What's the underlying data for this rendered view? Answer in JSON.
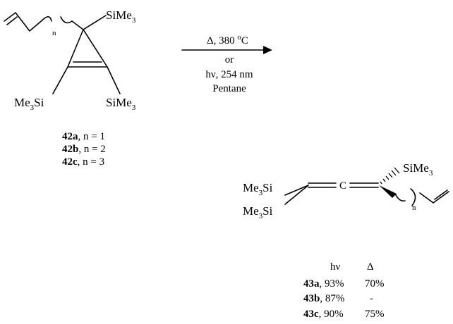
{
  "reactant": {
    "groups": {
      "tms": "SiMe",
      "tms_sub": "3",
      "tms_left": "Me",
      "tms_left_sub": "3",
      "tms_left_si": "Si",
      "chain_n": "n"
    },
    "compounds": [
      {
        "id": "42a",
        "rest": ", n = 1"
      },
      {
        "id": "42b",
        "rest": ", n = 2"
      },
      {
        "id": "42c",
        "rest": ", n = 3"
      }
    ]
  },
  "conditions": {
    "thermal": "Δ, 380 ",
    "deg_o": "o",
    "thermal_unit": "C",
    "or": "or",
    "photo": "hν, 254 nm",
    "solvent": "Pentane"
  },
  "product": {
    "groups": {
      "tms": "SiMe",
      "tms_sub": "3",
      "me": "Me",
      "me_sub": "3",
      "si": "Si",
      "center_c": "C",
      "chain_n": "n"
    },
    "headers": {
      "hv": "hν",
      "delta": "Δ"
    },
    "yields": [
      {
        "id": "43a",
        "hv": ", 93%",
        "delta": "70%"
      },
      {
        "id": "43b",
        "hv": ", 87%",
        "delta": "-"
      },
      {
        "id": "43c",
        "hv": ", 90%",
        "delta": "75%"
      }
    ]
  }
}
